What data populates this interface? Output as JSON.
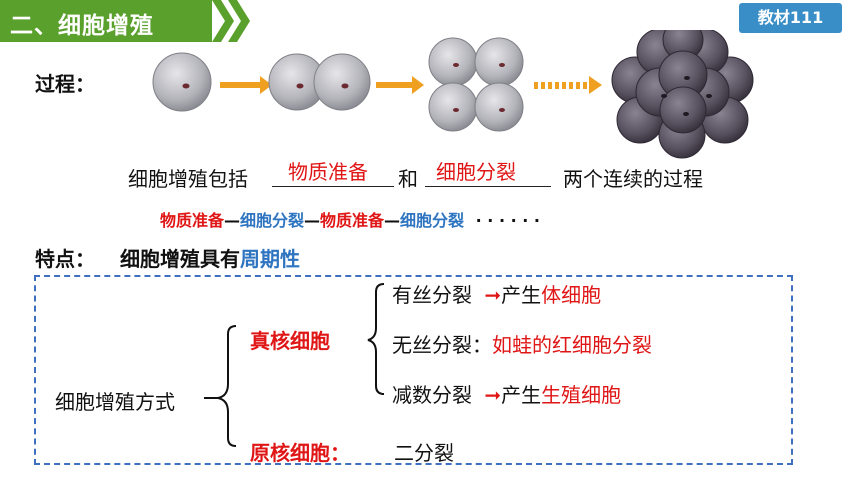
{
  "header": {
    "section_title": "二、细胞增殖",
    "badge": "教材111",
    "title_color": "#5aa02c",
    "badge_color": "#3a8ec7"
  },
  "process": {
    "label": "过程：",
    "sentence_prefix": "细胞增殖包括",
    "answer1": "物质准备",
    "conj": "和",
    "answer2": "细胞分裂",
    "sentence_suffix": "两个连续的过程",
    "sequence": [
      {
        "text": "物质准备",
        "color": "red"
      },
      {
        "text": "—",
        "color": "black"
      },
      {
        "text": "细胞分裂",
        "color": "blue"
      },
      {
        "text": "—",
        "color": "black"
      },
      {
        "text": "物质准备",
        "color": "red"
      },
      {
        "text": "—",
        "color": "black"
      },
      {
        "text": "细胞分裂",
        "color": "blue"
      }
    ],
    "ellipsis": "· · · · · ·"
  },
  "features": {
    "label": "特点：",
    "text": "细胞增殖具有",
    "highlight": "周期性"
  },
  "modes": {
    "root": "细胞增殖方式",
    "eukaryote": "真核细胞",
    "prokaryote": "原核细胞：",
    "prokaryote_mode": "二分裂",
    "items": [
      {
        "name": "有丝分裂",
        "arrow": "➞",
        "middle": "产生",
        "result": "体细胞"
      },
      {
        "name": "无丝分裂：",
        "arrow": "",
        "middle": "",
        "result": "如蛙的红细胞分裂"
      },
      {
        "name": "减数分裂",
        "arrow": "➞",
        "middle": "产生",
        "result": "生殖细胞"
      }
    ]
  }
}
